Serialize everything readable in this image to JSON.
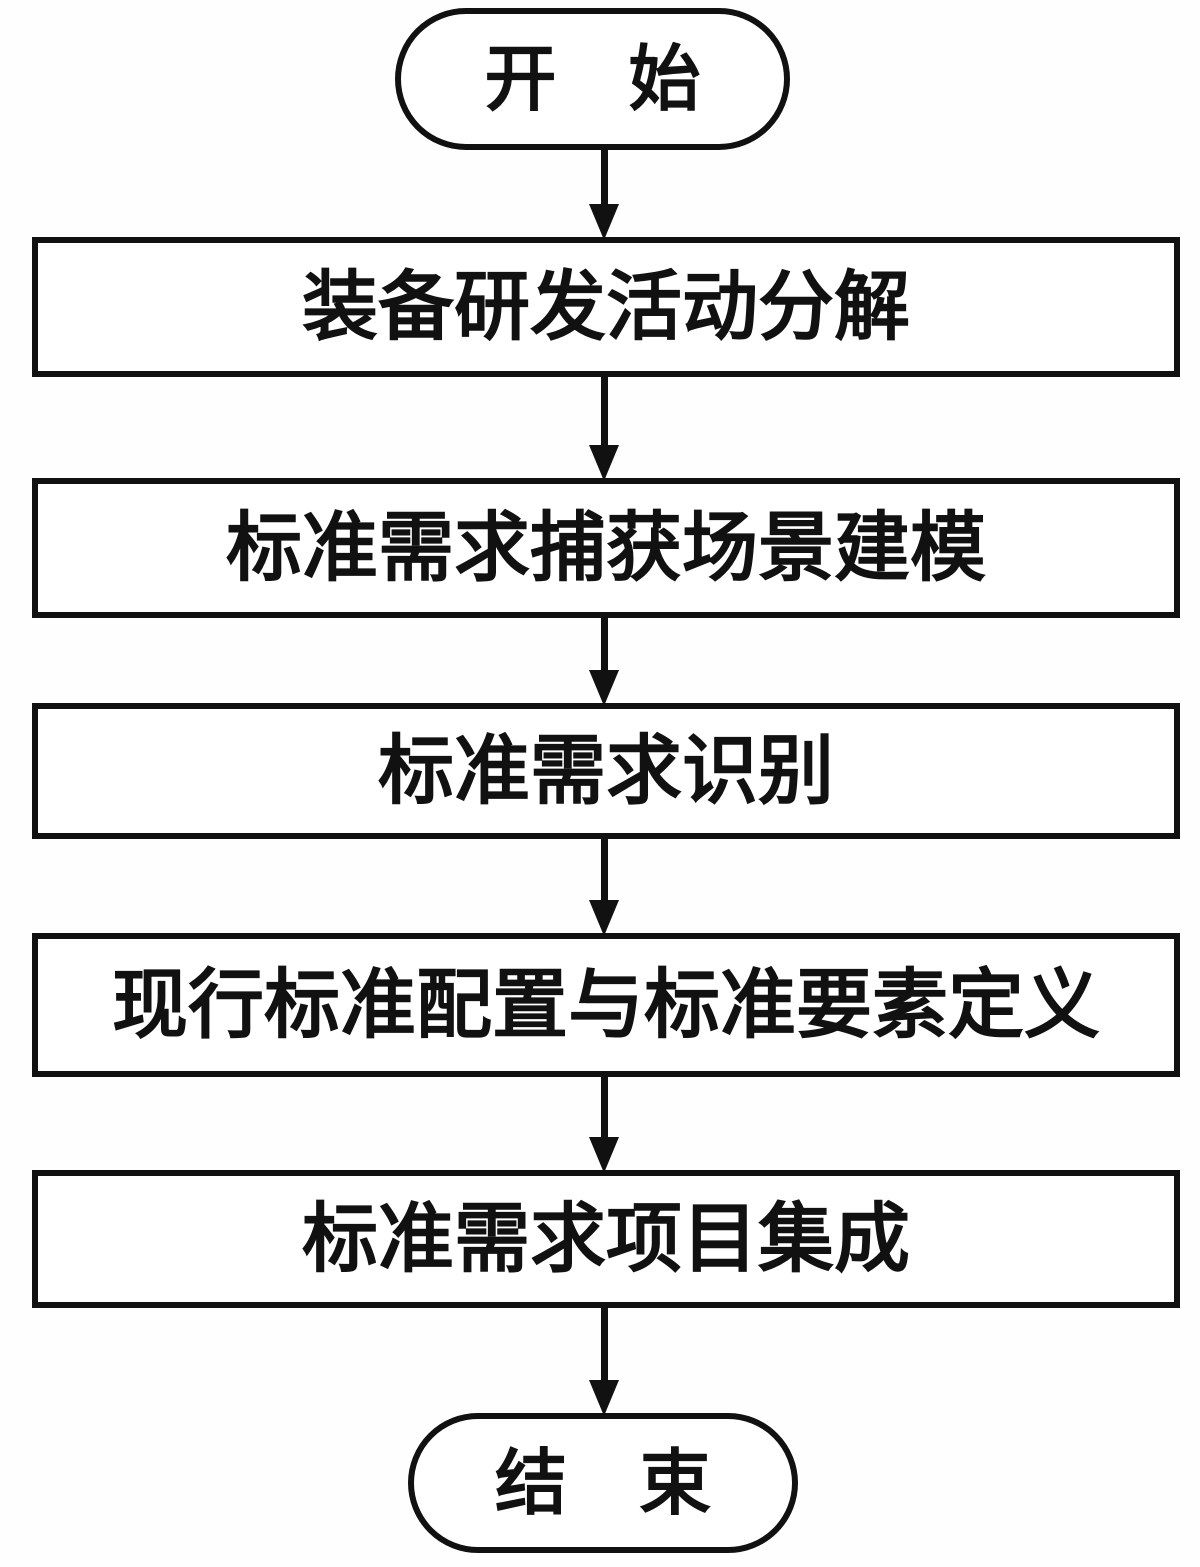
{
  "flowchart": {
    "type": "flowchart",
    "direction": "top-down",
    "colors": {
      "stroke": "#111111",
      "fill": "#ffffff",
      "text": "#111111"
    },
    "nodes": [
      {
        "id": "start",
        "shape": "terminator",
        "label": "开　始"
      },
      {
        "id": "step-1",
        "shape": "process",
        "label": "装备研发活动分解"
      },
      {
        "id": "step-2",
        "shape": "process",
        "label": "标准需求捕获场景建模"
      },
      {
        "id": "step-3",
        "shape": "process",
        "label": "标准需求识别"
      },
      {
        "id": "step-4",
        "shape": "process",
        "label": "现行标准配置与标准要素定义"
      },
      {
        "id": "step-5",
        "shape": "process",
        "label": "标准需求项目集成"
      },
      {
        "id": "end",
        "shape": "terminator",
        "label": "结　束"
      }
    ],
    "edges": [
      {
        "from": "start",
        "to": "step-1"
      },
      {
        "from": "step-1",
        "to": "step-2"
      },
      {
        "from": "step-2",
        "to": "step-3"
      },
      {
        "from": "step-3",
        "to": "step-4"
      },
      {
        "from": "step-4",
        "to": "step-5"
      },
      {
        "from": "step-5",
        "to": "end"
      }
    ]
  }
}
